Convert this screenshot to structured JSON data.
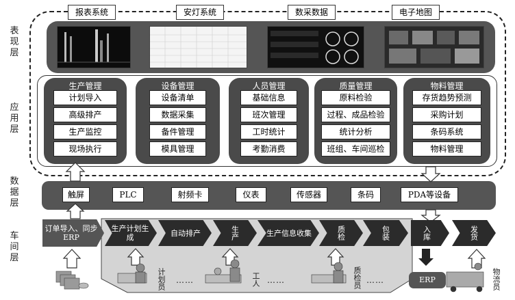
{
  "layers": {
    "presentation": "表\n现\n层",
    "application": "应\n用\n层",
    "data": "数\n据\n层",
    "workshop": "车\n间\n层"
  },
  "presentation_tabs": [
    "报表系统",
    "安灯系统",
    "数采数据",
    "电子地图"
  ],
  "modules": [
    {
      "title": "生产管理",
      "items": [
        "计划导入",
        "高级排产",
        "生产监控",
        "现场执行"
      ]
    },
    {
      "title": "设备管理",
      "items": [
        "设备清单",
        "数据采集",
        "备件管理",
        "模具管理"
      ]
    },
    {
      "title": "人员管理",
      "items": [
        "基础信息",
        "班次管理",
        "工时统计",
        "考勤消费"
      ]
    },
    {
      "title": "质量管理",
      "items": [
        "原料检验",
        "过程、成品检验",
        "统计分析",
        "班组、车间巡检"
      ]
    },
    {
      "title": "物料管理",
      "items": [
        "存货趋势预测",
        "采购计划",
        "条码系统",
        "物料管理"
      ]
    }
  ],
  "data_sources": [
    "触屏",
    "PLC",
    "射频卡",
    "仪表",
    "传感器",
    "条码",
    "PDA等设备"
  ],
  "workflow": [
    "订单导入、同步ERP",
    "生产计划生成",
    "自动排产",
    "生产",
    "生产信息收集",
    "质检",
    "包装",
    "入库",
    "发货"
  ],
  "roles": {
    "planner": "计划员",
    "worker": "工人",
    "inspector": "质检员",
    "logistics": "物流员"
  },
  "erp_box": "ERP",
  "dots": "……"
}
